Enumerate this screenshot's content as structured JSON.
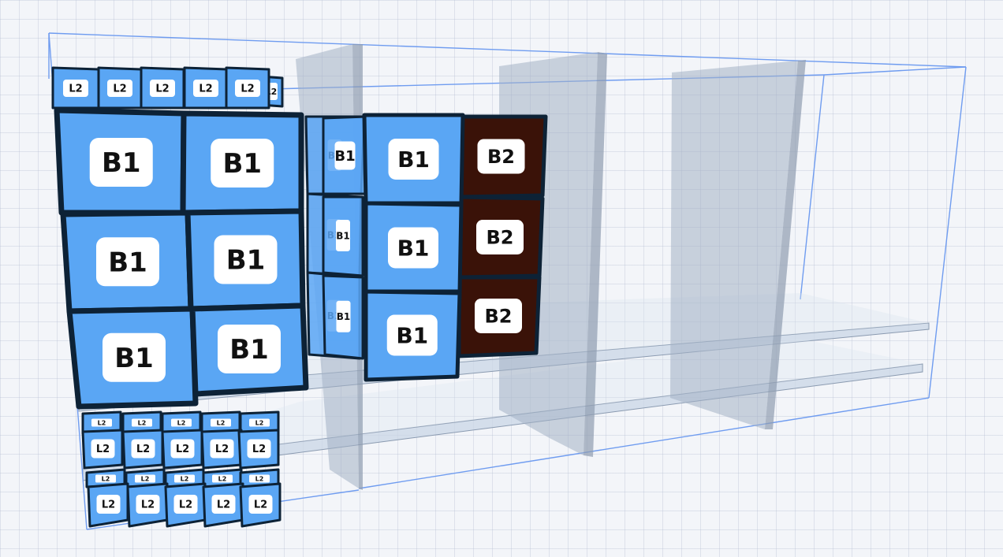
{
  "colors": {
    "box_b1": "#5aa6f4",
    "box_b2": "#3a1208",
    "box_l2": "#5aa6f4",
    "box_edge": "#0d2236",
    "label_bg": "#ffffff",
    "divider": "#a3b1c4",
    "container_edge": "#6f9cf0",
    "shelf": "#c9d5e6",
    "grid_bg": "#f3f5f9"
  },
  "labels": {
    "b1": "B1",
    "b2": "B2",
    "l2": "L2"
  }
}
